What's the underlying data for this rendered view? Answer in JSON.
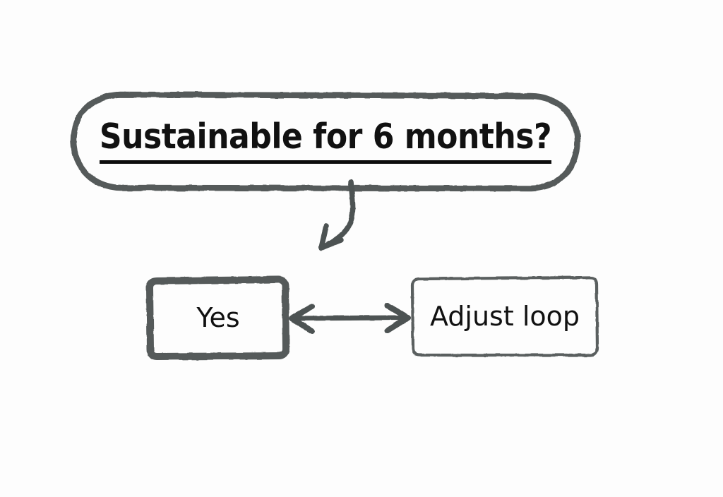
{
  "diagram": {
    "type": "flowchart",
    "style": "hand-drawn-sketch",
    "background_color": "#fdfdfd",
    "stroke_color": "#555a5a",
    "text_color": "#111111",
    "nodes": [
      {
        "id": "decision",
        "label": "Sustainable for 6 months?",
        "shape": "stadium",
        "underlined": true,
        "stroke_weight": "thick"
      },
      {
        "id": "yes",
        "label": "Yes",
        "shape": "rectangle",
        "underlined": false,
        "stroke_weight": "very-thick"
      },
      {
        "id": "adjust",
        "label": "Adjust loop",
        "shape": "rectangle",
        "underlined": false,
        "stroke_weight": "thin"
      }
    ],
    "edges": [
      {
        "id": "decision-to-below",
        "from": "decision",
        "to": "",
        "label": "",
        "arrowheads": "end",
        "shape": "curved"
      },
      {
        "id": "yes-adjust",
        "from": "yes",
        "to": "adjust",
        "label": "",
        "arrowheads": "both",
        "shape": "straight"
      }
    ]
  }
}
